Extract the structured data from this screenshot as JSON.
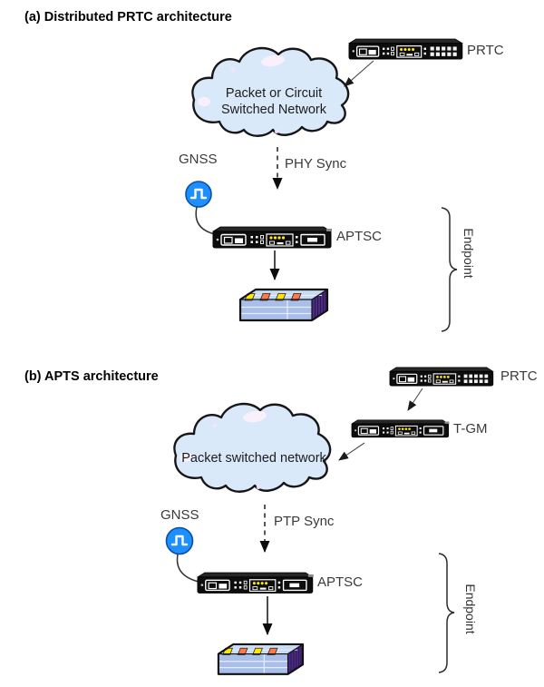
{
  "figure": {
    "sections": [
      {
        "title": "(a) Distributed PRTC architecture",
        "cloud_label": "Packet or Circuit Switched Network",
        "sync_label": "PHY Sync",
        "gnss_label": "GNSS",
        "prtc_label": "PRTC",
        "aptsc_label": "APTSC",
        "endpoint_label": "Endpoint"
      },
      {
        "title": "(b) APTS architecture",
        "cloud_label": "Packet switched network",
        "sync_label": "PTP Sync",
        "gnss_label": "GNSS",
        "prtc_label": "PRTC",
        "tgm_label": "T-GM",
        "aptsc_label": "APTSC",
        "endpoint_label": "Endpoint"
      }
    ],
    "icons": {
      "gnss": "clock-pulse-icon",
      "cloud": "network-cloud",
      "device": "rack-network-device",
      "switch": "ethernet-switch-3d"
    },
    "colors": {
      "cloud_fill": "#d9e9fa",
      "gnss_blue": "#1e8fff",
      "switch_top": "#c9dcf2",
      "switch_front": "#a9bee8",
      "switch_side": "#4a2b7e",
      "tab_yellow": "#ffe600",
      "tab_orange": "#ff7847",
      "led_yellow": "#ffe81a",
      "device_body": "#0d0d0d"
    }
  }
}
